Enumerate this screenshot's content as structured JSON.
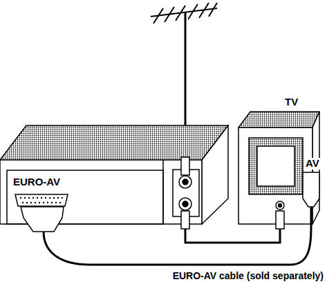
{
  "diagram": {
    "labels": [
      "EURO-AV",
      "TV",
      "AV",
      "EURO-AV cable (sold separately)"
    ]
  }
}
